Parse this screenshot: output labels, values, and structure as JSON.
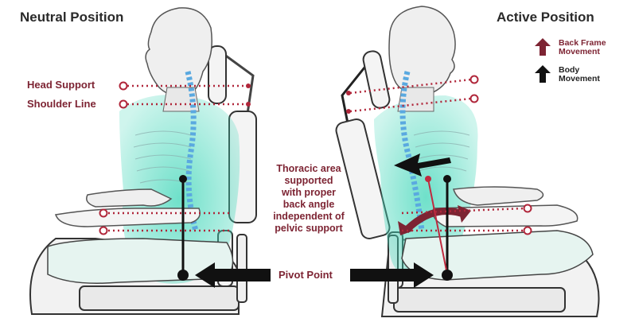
{
  "titles": {
    "left": "Neutral Position",
    "right": "Active Position"
  },
  "left_labels": {
    "head_support": "Head Support",
    "shoulder_line": "Shoulder Line"
  },
  "center_text": [
    "Thoracic area",
    "supported",
    "with proper",
    "back angle",
    "independent of",
    "pelvic support"
  ],
  "pivot_label": "Pivot Point",
  "legend": [
    {
      "line1": "Back Frame",
      "line2": "Movement",
      "color": "#7d2433",
      "icon": "up-arrow-icon"
    },
    {
      "line1": "Body",
      "line2": "Movement",
      "color": "#111111",
      "icon": "up-arrow-icon"
    }
  ],
  "colors": {
    "accent_red": "#7d2433",
    "teal": "#3fd6b8",
    "dark": "#111111"
  }
}
